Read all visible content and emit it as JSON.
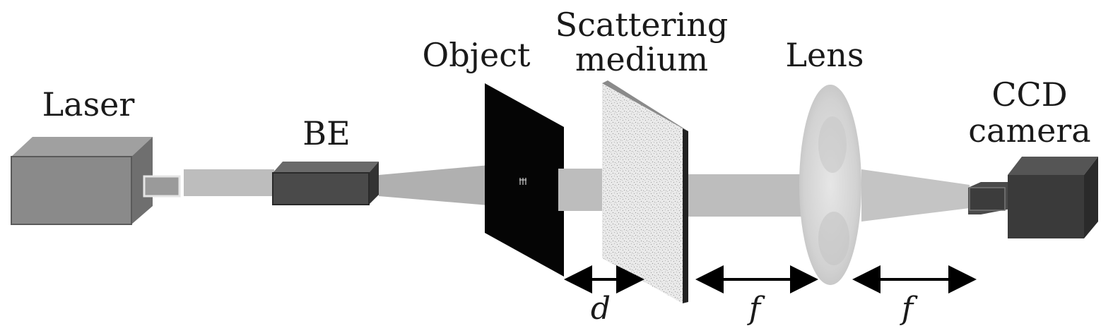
{
  "labels": {
    "laser": "Laser",
    "be": "BE",
    "object": "Object",
    "scattering_line1": "Scattering",
    "scattering_line2": "medium",
    "lens": "Lens",
    "ccd_line1": "CCD",
    "ccd_line2": "camera"
  },
  "distances": {
    "d": "d",
    "f1": "f",
    "f2": "f"
  },
  "colors": {
    "beam": "#bdbdbd",
    "laser_body": "#8a8a8a",
    "be_body": "#4a4a4a",
    "object_plate": "#050505",
    "lens": "#d6d6d6",
    "camera_body": "#3a3a3a"
  }
}
